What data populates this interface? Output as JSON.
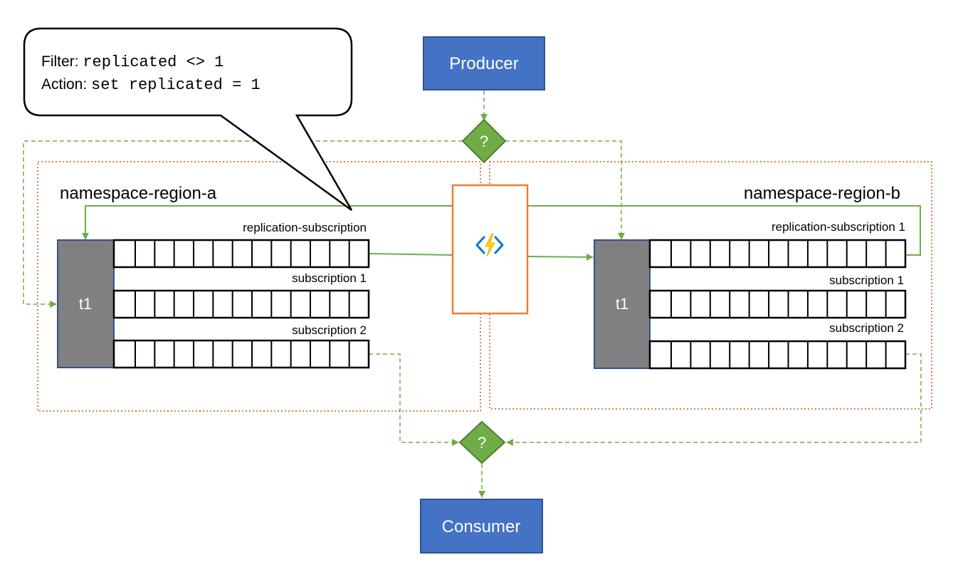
{
  "producer": {
    "label": "Producer",
    "color": "#4472c4"
  },
  "consumer": {
    "label": "Consumer",
    "color": "#4472c4"
  },
  "decision_top": {
    "label": "?",
    "color": "#70ad47"
  },
  "decision_bottom": {
    "label": "?",
    "color": "#70ad47"
  },
  "callout": {
    "filter_prefix": "Filter: ",
    "filter_code": "replicated <> 1",
    "action_prefix": "Action: ",
    "action_code": "set replicated = 1"
  },
  "region_a": {
    "title": "namespace-region-a",
    "topic": "t1",
    "sub_top": "replication-subscription",
    "sub_mid": "subscription 1",
    "sub_bottom": "subscription 2"
  },
  "region_b": {
    "title": "namespace-region-b",
    "topic": "t1",
    "sub_top": "replication-subscription 1",
    "sub_mid": "subscription 1",
    "sub_bottom": "subscription 2"
  },
  "function_icon": "azure-function-icon",
  "colors": {
    "flow_green": "#70ad47",
    "region_border": "#c55a11",
    "function_border": "#ed7d31",
    "topic_gray": "#808080",
    "box_blue": "#4472c4"
  }
}
